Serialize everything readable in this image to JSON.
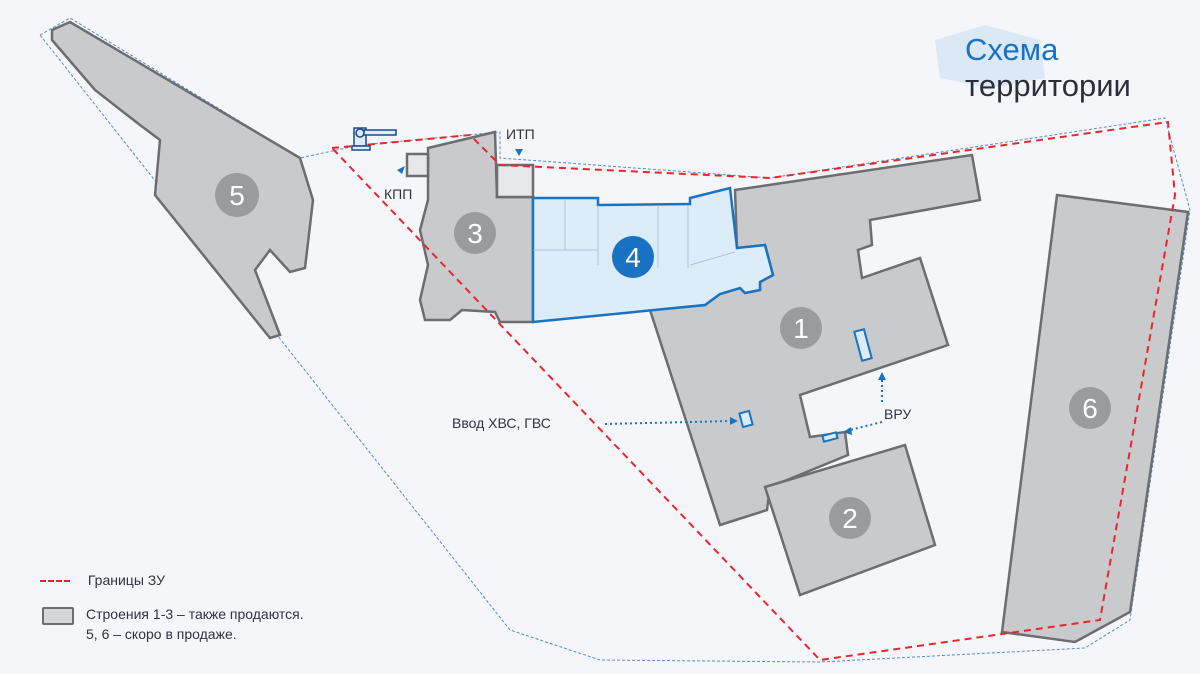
{
  "title": {
    "line1": "Схема",
    "line2": "территории"
  },
  "buildings": [
    {
      "number": "1"
    },
    {
      "number": "2"
    },
    {
      "number": "3"
    },
    {
      "number": "4",
      "highlighted": true
    },
    {
      "number": "5"
    },
    {
      "number": "6"
    }
  ],
  "labels": {
    "itp": "ИТП",
    "kpp": "КПП",
    "water_input": "Ввод ХВС, ГВС",
    "vru": "ВРУ"
  },
  "legend": {
    "boundary": "Границы ЗУ",
    "buildings_line1": "Строения 1-3 – также продаются.",
    "buildings_line2": "5, 6 – скоро в продаже."
  },
  "colors": {
    "accent": "#1a73c2",
    "building_fill": "#c9cacc",
    "building_stroke": "#6b6d70",
    "highlight_fill": "#dcecf8",
    "boundary": "#e8262b",
    "outer": "#5a8ac8"
  }
}
